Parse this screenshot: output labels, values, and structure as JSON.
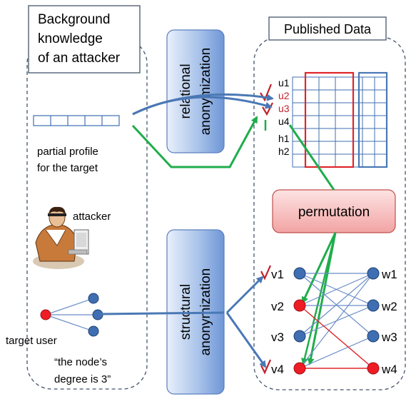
{
  "left_panel": {
    "title_lines": [
      "Background",
      "knowledge",
      "of an attacker"
    ],
    "profile_caption_lines": [
      "partial profile",
      "for the target"
    ],
    "attacker_label": "attacker",
    "target_label": "target user",
    "degree_quote_lines": [
      "“the node’s",
      "degree is 3”"
    ]
  },
  "middle": {
    "relational_lines": [
      "relational",
      "anonymization"
    ],
    "structural_lines": [
      "structural",
      "anonymization"
    ]
  },
  "right_panel": {
    "title": "Published Data",
    "table_rows": [
      "u1",
      "u2",
      "u3",
      "u4",
      "h1",
      "h2"
    ],
    "permutation_label": "permutation",
    "graph_left_nodes": [
      "v1",
      "v2",
      "v3",
      "v4"
    ],
    "graph_right_nodes": [
      "w1",
      "w2",
      "w3",
      "w4"
    ]
  },
  "colors": {
    "blue_arrow": "#4a78b5",
    "green_arrow": "#1fad4b",
    "red_highlight": "#e0262b",
    "node_blue": "#3f6fb2",
    "node_red": "#ee1c24",
    "check_mark": "#c0232b"
  },
  "icons": [
    "attacker-clipart-icon",
    "check-mark-icon"
  ]
}
